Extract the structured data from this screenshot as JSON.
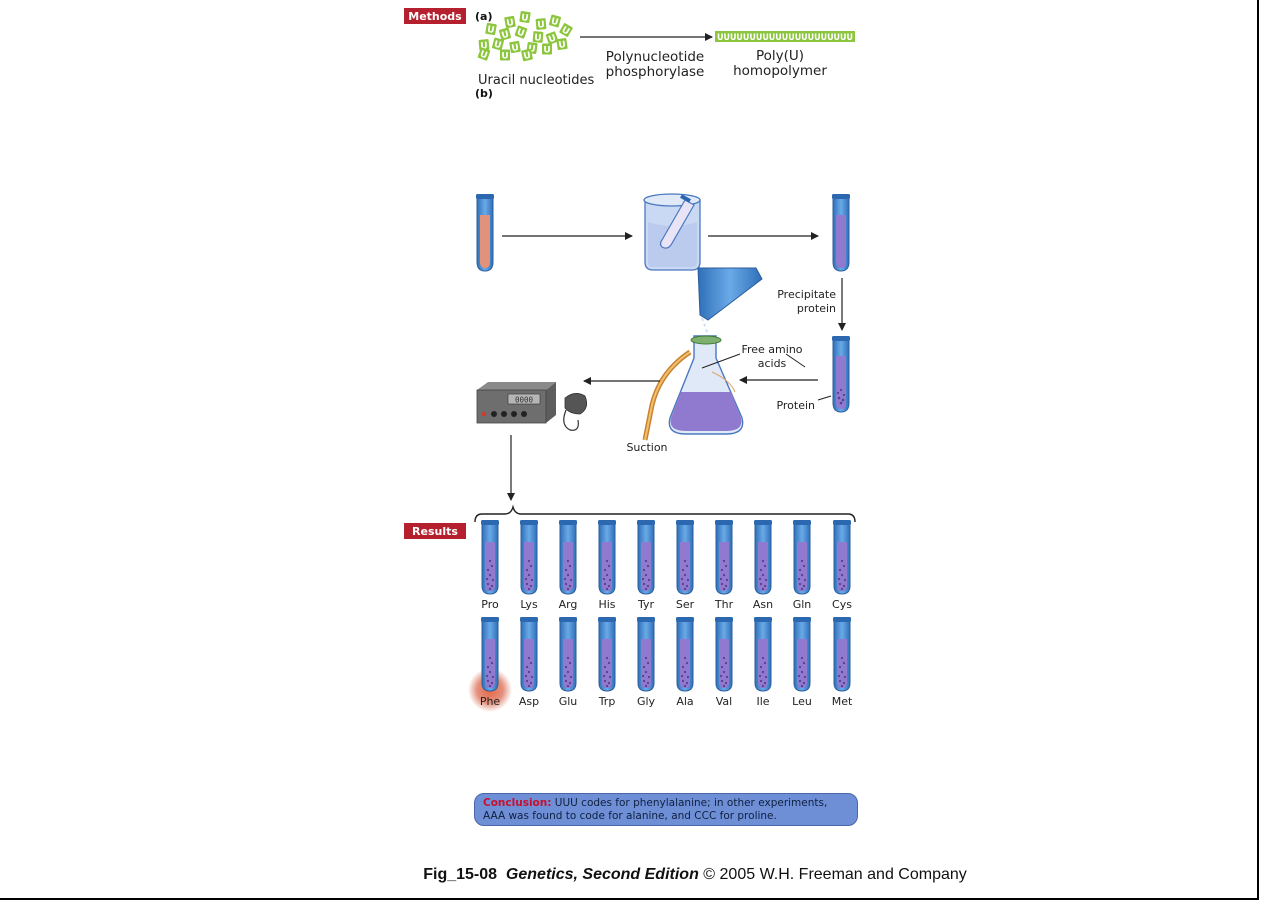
{
  "tags": {
    "methods": "Methods",
    "results": "Results"
  },
  "panels": {
    "a": "(a)",
    "b": "(b)"
  },
  "part_a": {
    "monomer_letter": "U",
    "substrate": "Uracil nucleotides",
    "enzyme_line1": "Polynucleotide",
    "enzyme_line2": "phosphorylase",
    "product_sequence": "UUUUUUUUUUUUUUUUUUUUU",
    "product_line1": "Poly(U)",
    "product_line2": "homopolymer"
  },
  "part_b": {
    "precipitate_line1": "Precipitate",
    "precipitate_line2": "protein",
    "free_amino_line1": "Free amino",
    "free_amino_line2": "acids",
    "protein": "Protein",
    "suction": "Suction",
    "counter_display": "0000"
  },
  "results": {
    "row1": [
      "Pro",
      "Lys",
      "Arg",
      "His",
      "Tyr",
      "Ser",
      "Thr",
      "Asn",
      "Gln",
      "Cys"
    ],
    "row2": [
      "Phe",
      "Asp",
      "Glu",
      "Trp",
      "Gly",
      "Ala",
      "Val",
      "Ile",
      "Leu",
      "Met"
    ],
    "highlighted": "Phe"
  },
  "conclusion": {
    "label": "Conclusion:",
    "text": "UUU codes for phenylalanine; in other experiments, AAA was found to code for alanine, and CCC for proline."
  },
  "caption": {
    "figure": "Fig_15-08",
    "book": "Genetics, Second Edition",
    "rights": "© 2005 W.H. Freeman and Company"
  },
  "colors": {
    "tag_red": "#b5202e",
    "uracil_green": "#8cc63f",
    "tube_blue": "#4a90d9",
    "liquid_purple": "#8f7ad0",
    "conclusion_blue": "#6e8ed6",
    "highlight_red": "#d24a2a"
  }
}
